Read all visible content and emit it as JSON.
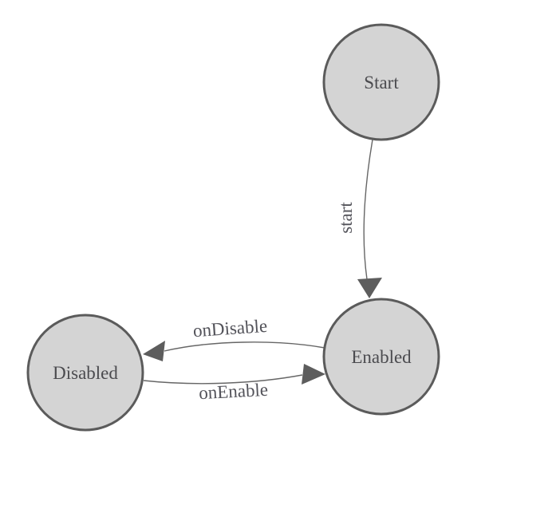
{
  "diagram": {
    "type": "state-machine",
    "colors": {
      "background": "#ffffff",
      "node_fill": "#d4d4d4",
      "node_stroke": "#5b5b5b",
      "node_label": "#4b4b4f",
      "edge_stroke": "#666666",
      "arrow_fill": "#5d5d5d",
      "edge_label": "#53535a"
    },
    "nodes": [
      {
        "id": "start",
        "label": "Start"
      },
      {
        "id": "enabled",
        "label": "Enabled"
      },
      {
        "id": "disabled",
        "label": "Disabled"
      }
    ],
    "edges": [
      {
        "from": "start",
        "to": "enabled",
        "label": "start"
      },
      {
        "from": "enabled",
        "to": "disabled",
        "label": "onDisable"
      },
      {
        "from": "disabled",
        "to": "enabled",
        "label": "onEnable"
      }
    ]
  }
}
